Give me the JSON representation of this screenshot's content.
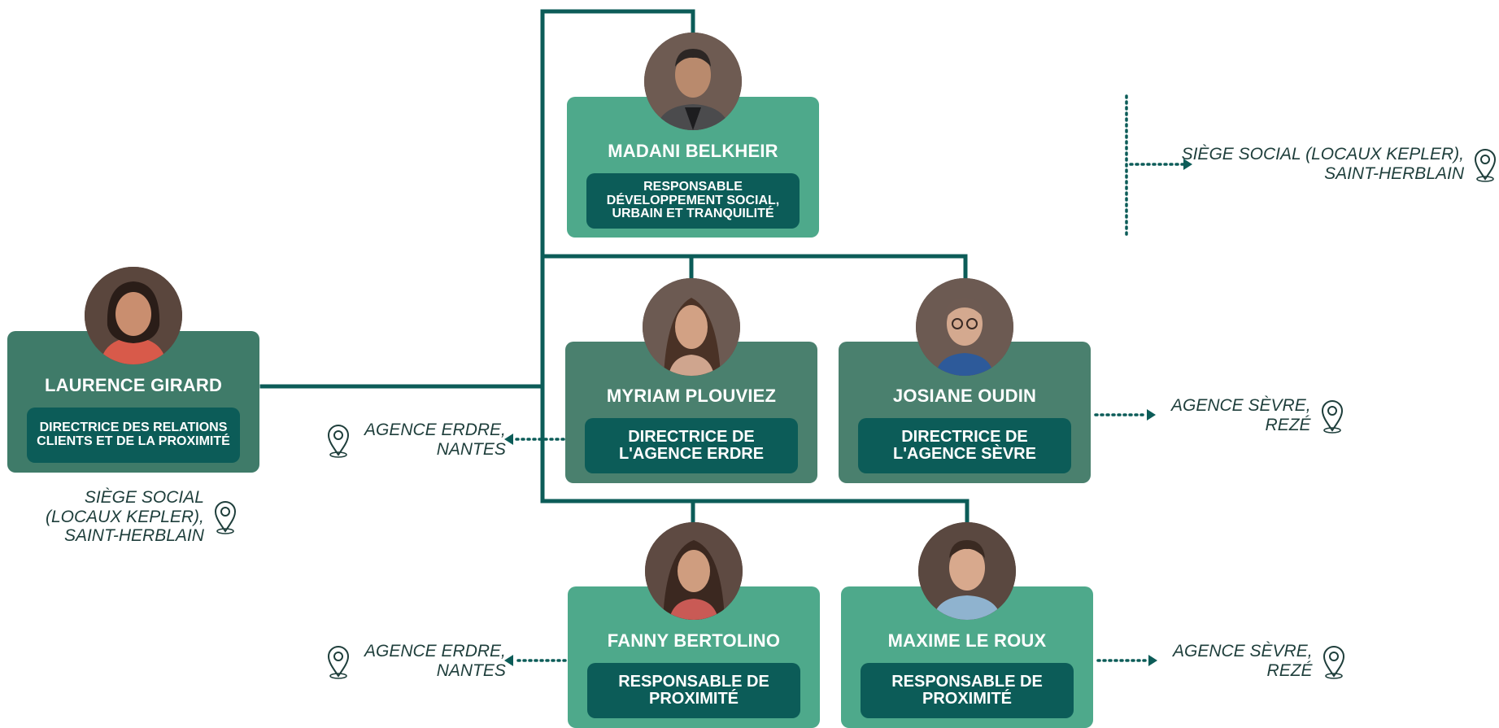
{
  "colors": {
    "connector": "#0c5c58",
    "card_dark": "#3f7b69",
    "card_mid": "#4a806e",
    "card_light": "#4ea98b",
    "role_box": "#0c5c58",
    "location_text": "#1e3e3b"
  },
  "people": {
    "laurence": {
      "name": "LAURENCE GIRARD",
      "role": "DIRECTRICE DES RELATIONS CLIENTS ET DE LA PROXIMITÉ"
    },
    "madani": {
      "name": "MADANI BELKHEIR",
      "role": "RESPONSABLE DÉVELOPPEMENT SOCIAL, URBAIN ET TRANQUILITÉ"
    },
    "myriam": {
      "name": "MYRIAM PLOUVIEZ",
      "role": "DIRECTRICE DE L'AGENCE ERDRE"
    },
    "josiane": {
      "name": "JOSIANE OUDIN",
      "role": "DIRECTRICE DE L'AGENCE SÈVRE"
    },
    "fanny": {
      "name": "FANNY BERTOLINO",
      "role": "RESPONSABLE DE PROXIMITÉ"
    },
    "maxime": {
      "name": "MAXIME LE ROUX",
      "role": "RESPONSABLE DE PROXIMITÉ"
    }
  },
  "locations": {
    "siege_top": {
      "line1": "SIÈGE SOCIAL (LOCAUX KEPLER),",
      "line2": "SAINT-HERBLAIN",
      "icon": "map-pin-icon"
    },
    "siege_left": {
      "line1": "SIÈGE SOCIAL",
      "line2": "(LOCAUX KEPLER),",
      "line3": "SAINT-HERBLAIN",
      "icon": "map-pin-icon"
    },
    "erdre_row2": {
      "line1": "AGENCE ERDRE,",
      "line2": "NANTES",
      "icon": "map-pin-icon"
    },
    "sevre_row2": {
      "line1": "AGENCE SÈVRE,",
      "line2": "REZÉ",
      "icon": "map-pin-icon"
    },
    "erdre_row3": {
      "line1": "AGENCE ERDRE,",
      "line2": "NANTES",
      "icon": "map-pin-icon"
    },
    "sevre_row3": {
      "line1": "AGENCE SÈVRE,",
      "line2": "REZÉ",
      "icon": "map-pin-icon"
    }
  }
}
